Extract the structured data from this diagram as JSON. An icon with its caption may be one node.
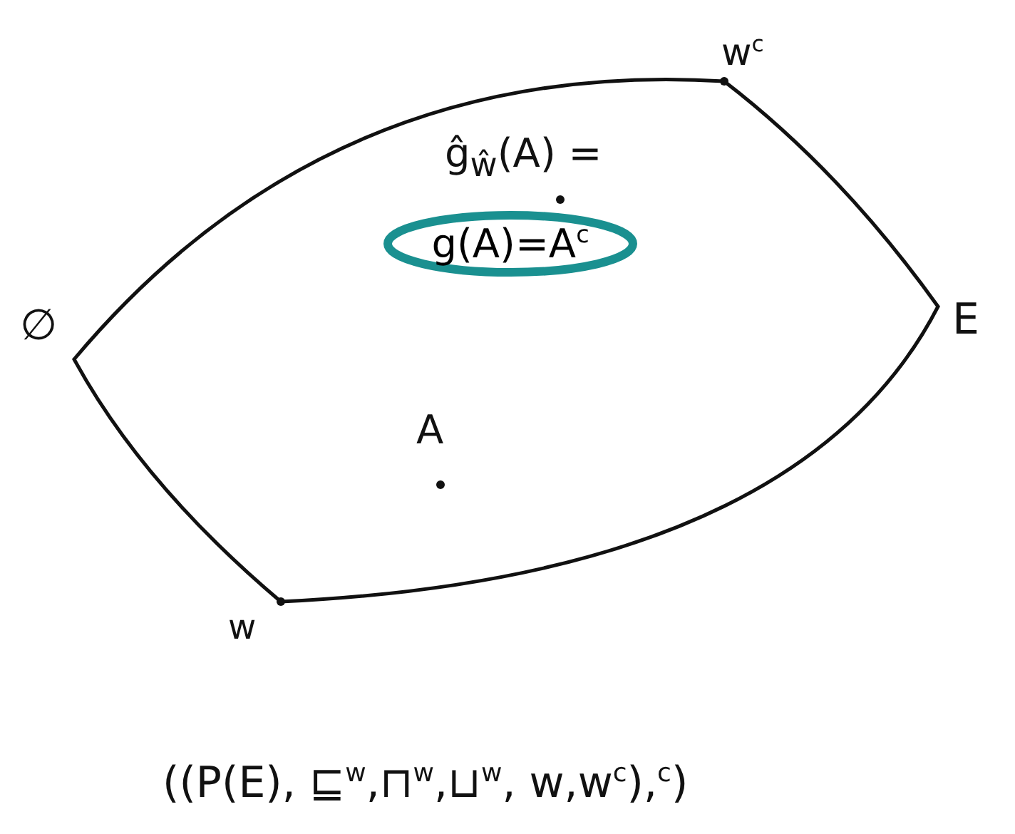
{
  "diagram": {
    "nodes": [
      {
        "text": [
          "g(A)=A$^{c}$"
        ]
      }
    ],
    "edges": [],
    "labels": [
      "w$^{c}$",
      "ĝ$_{ŵ}$(A) =",
      "∅",
      "E",
      "A",
      "w",
      "((P(E), ⊑$^{w}$,⊓$^{w}$,⊔$^{w}$, w,w$^{c}$),$^{c}$)"
    ]
  }
}
